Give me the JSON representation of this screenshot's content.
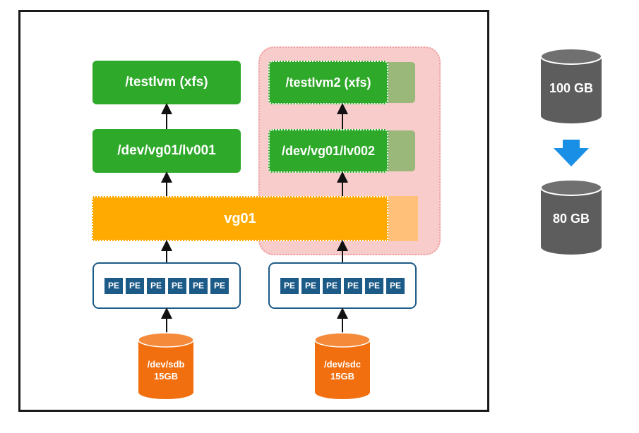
{
  "diagram": {
    "mounts": {
      "left": "/testlvm (xfs)",
      "right": "/testlvm2 (xfs)"
    },
    "logical_volumes": {
      "left": "/dev/vg01/lv001",
      "right": "/dev/vg01/lv002"
    },
    "volume_group": "vg01",
    "pe_label": "PE",
    "disks": {
      "left": {
        "name": "/dev/sdb",
        "size": "15GB"
      },
      "right": {
        "name": "/dev/sdc",
        "size": "15GB"
      }
    },
    "resize": {
      "before": "100 GB",
      "after": "80 GB"
    },
    "colors": {
      "green": "#2fa92a",
      "orange_vg": "#ffaa00",
      "disk_orange": "#f26f0f",
      "pe_blue": "#1c5a88",
      "highlight_pink": "#f9cccc",
      "arrow_blue": "#1a8fe6",
      "cylinder_gray": "#5d5d5d"
    }
  }
}
